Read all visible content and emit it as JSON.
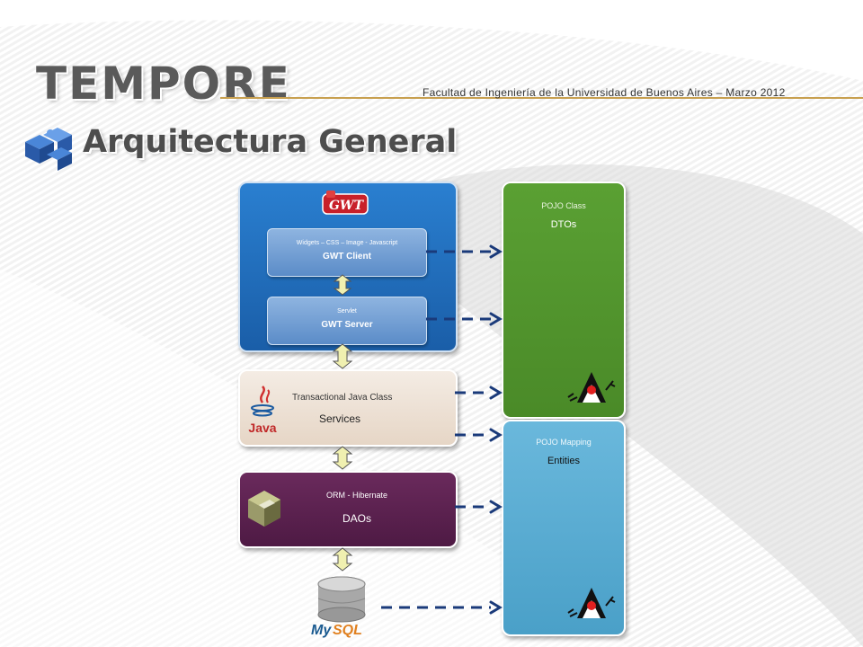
{
  "header": {
    "title": "TEMPORE",
    "faculty": "Facultad de Ingeniería de la Universidad de Buenos Aires – Marzo 2012",
    "subtitle": "Arquitectura General"
  },
  "colors": {
    "gwt": "#1f6dbf",
    "services": "#efe3d6",
    "daos": "#5c2150",
    "dtos": "#4f932c",
    "entities": "#58aed4",
    "arrow": "#1a3a7a",
    "rule": "#c8a050"
  },
  "diagram": {
    "gwt_logo": "GWT",
    "client": {
      "sub": "Widgets – CSS – Image - Javascript",
      "name": "GWT Client"
    },
    "server": {
      "sub": "Servlet",
      "name": "GWT Server"
    },
    "services": {
      "sub": "Transactional Java Class",
      "name": "Services",
      "logo": "Java"
    },
    "daos": {
      "sub": "ORM - Hibernate",
      "name": "DAOs"
    },
    "dtos": {
      "sub": "POJO Class",
      "name": "DTOs"
    },
    "entities": {
      "sub": "POJO Mapping",
      "name": "Entities"
    },
    "db_logo": {
      "part1": "My",
      "part2": "SQL"
    }
  },
  "icons": [
    "puzzle-icon",
    "gwt-logo-icon",
    "java-logo-icon",
    "hibernate-logo-icon",
    "duke-mascot-icon",
    "mysql-database-icon"
  ]
}
